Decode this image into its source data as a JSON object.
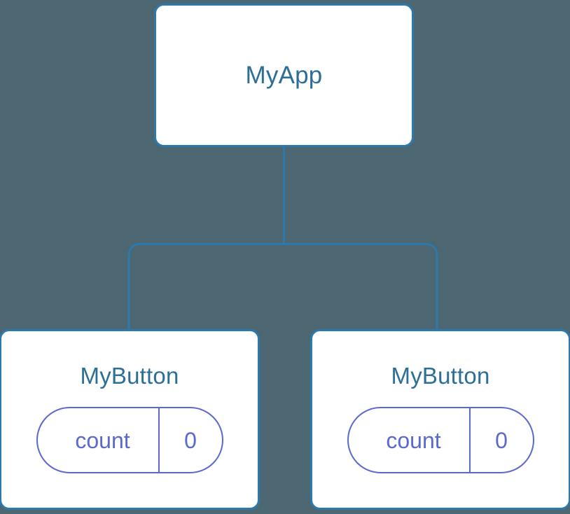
{
  "diagram": {
    "type": "component-tree",
    "background_color": "#4c6672",
    "node_border_color": "#2e79ac",
    "node_fill_color": "#ffffff",
    "node_title_color": "#2d6e96",
    "state_pill_color": "#5b69cc",
    "connector_color": "#2e79ac",
    "root": {
      "title": "MyApp"
    },
    "children": [
      {
        "title": "MyButton",
        "state": {
          "key": "count",
          "value": "0"
        }
      },
      {
        "title": "MyButton",
        "state": {
          "key": "count",
          "value": "0"
        }
      }
    ]
  }
}
